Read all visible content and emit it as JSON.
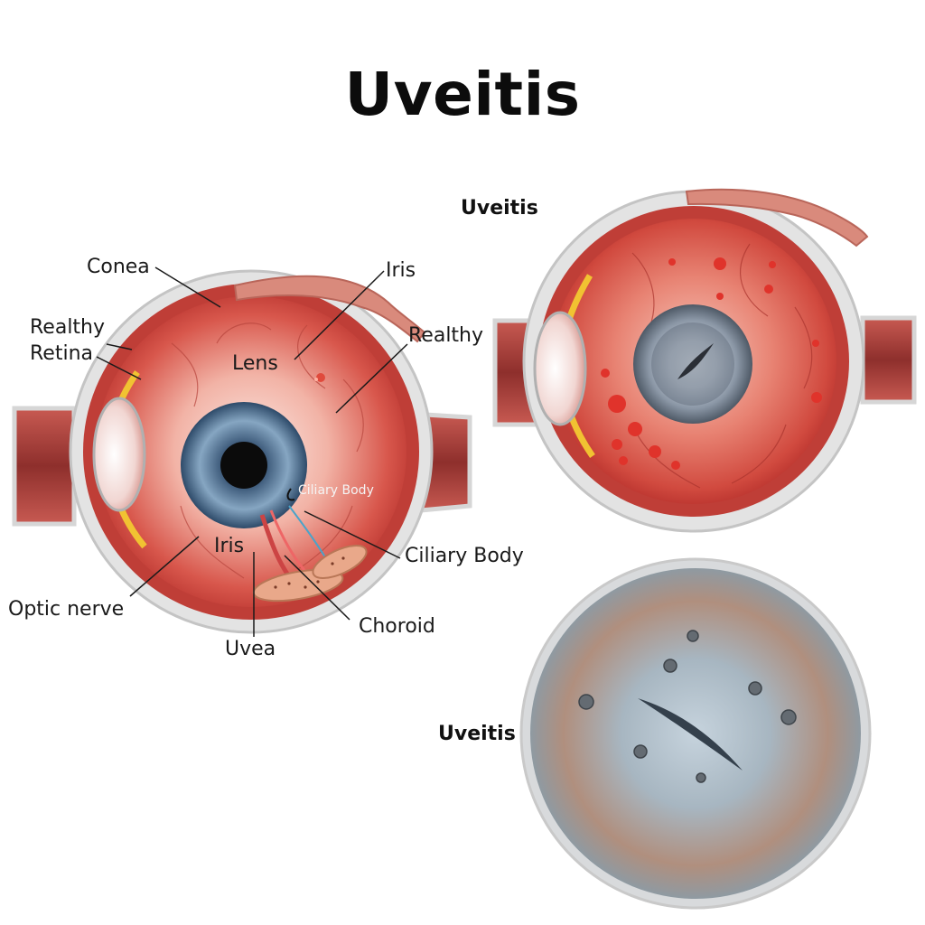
{
  "title": "Uveitis",
  "panels": {
    "top_right_title": "Uveitis",
    "bottom_right_title": "Uveitis"
  },
  "labels": {
    "conea": "Conea",
    "realthy_retina_1": "Realthy",
    "realthy_retina_2": "Retina",
    "iris_top": "Iris",
    "lens": "Lens",
    "realthy": "Realthy",
    "ciliary_inner": "Ciliary Body",
    "iris_bottom": "Iris",
    "ciliary_body": "Ciliary Body",
    "optic_nerve": "Optic nerve",
    "choroid": "Choroid",
    "uvea": "Uvea"
  },
  "colors": {
    "sclera": "#d9d9d9",
    "inflamed_red": "#c8312f",
    "iris_blue": "#4d6f91",
    "retina_yellow": "#f1c232",
    "muscle": "#a8433f"
  }
}
